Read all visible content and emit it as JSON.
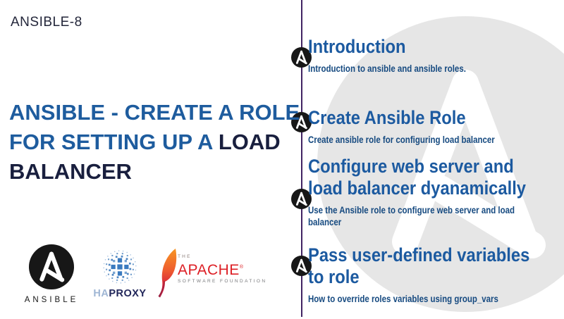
{
  "page": {
    "label": "ANSIBLE-8",
    "background": "#ffffff"
  },
  "title": {
    "line1": "ANSIBLE - CREATE A ROLE",
    "line2_blue": "FOR SETTING UP A ",
    "line2_navy": "LOAD",
    "line3": "BALANCER",
    "accent_blue": "#1e5c9e",
    "dark_navy": "#191f3e"
  },
  "timeline": {
    "line_color": "#412463",
    "bullet_color": "#171717",
    "heading_color": "#1c5aa0",
    "desc_color": "#164a80",
    "items": [
      {
        "title1": "Introduction",
        "desc1": "Introduction to ansible and ansible roles."
      },
      {
        "title1": "Create Ansible Role",
        "desc1": "Create ansible role for configuring load balancer"
      },
      {
        "title1": "Configure web server and",
        "title2": "load balancer dyanamically",
        "desc1": "Use the Ansible role to configure web server and load",
        "desc2": "balancer"
      },
      {
        "title1": "Pass user-defined variables",
        "title2": "to role",
        "desc1": "How to override roles variables using group_vars"
      }
    ]
  },
  "watermark": {
    "circle_color": "#e6e6e6",
    "glyph_color": "#ffffff"
  },
  "logos": {
    "ansible": {
      "caption": "ANSIBLE"
    },
    "haproxy": {
      "caption_light": "HA",
      "caption_dark": "PROXY",
      "light_color": "#9fb6d4",
      "dark_color": "#21265a",
      "dot_color": "#3a7abf"
    },
    "apache": {
      "line_the": "THE",
      "name": "APACHE",
      "registered": "®",
      "line_sub": "SOFTWARE FOUNDATION",
      "name_color": "#dd2026"
    }
  }
}
